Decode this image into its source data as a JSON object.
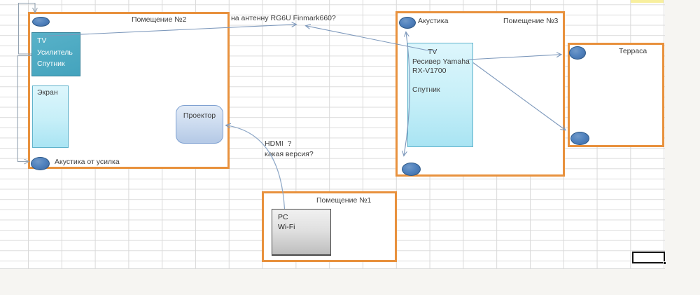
{
  "rooms": {
    "room2": {
      "title": "Помещение №2",
      "tv_box_lines": [
        "TV",
        "Усилитель",
        "Спутник"
      ],
      "screen_label": "Экран",
      "speaker_label": "Акустика от усилка",
      "projector_label": "Проектор"
    },
    "room3": {
      "title": "Помещение №3",
      "speaker_label": "Акустика",
      "receiver_lines": [
        "TV",
        "Ресивер Yamaha",
        "RX-V1700",
        "Спутник"
      ]
    },
    "terrace": {
      "title": "Терраса"
    },
    "room1": {
      "title": "Помещение №1",
      "pc_lines": [
        "PC",
        "Wi-Fi"
      ]
    }
  },
  "annotations": {
    "antenna": "на антенну RG6U Finmark660?",
    "hdmi_question_line1": "HDMI  ?",
    "hdmi_question_line2": "какая версия?"
  },
  "colors": {
    "room_border_orange": "#e8913d",
    "ellipse_blue": "#4f81bd",
    "tv_box_teal": "#4bacc6",
    "cyan_box_fill": "#c6eff8",
    "projector_fill": "#c9d9ee",
    "pc_box_gray": "#d9d9d9",
    "connector_steel_blue": "#7e99bc",
    "connector_gray": "#93a2b1",
    "gridline": "#d9d9d9",
    "highlight_cell_yellow": "#f8ef9e",
    "selected_cell_border": "#141414"
  }
}
